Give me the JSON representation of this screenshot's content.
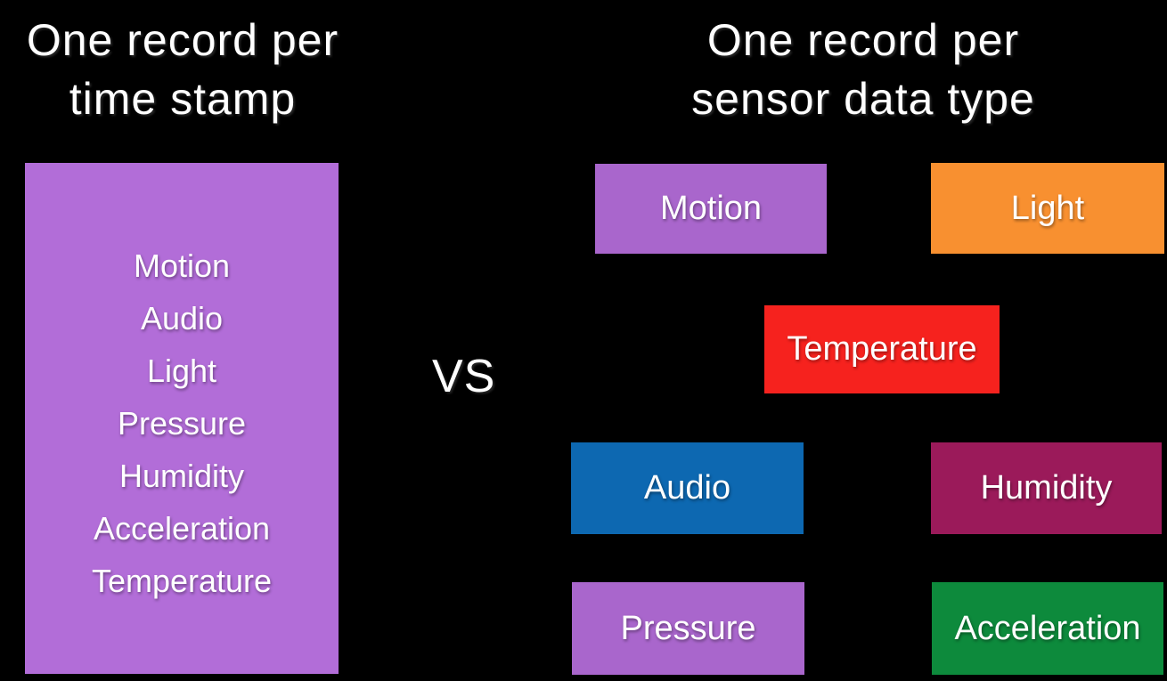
{
  "left": {
    "title_line1": "One record per",
    "title_line2": "time stamp",
    "items": [
      "Motion",
      "Audio",
      "Light",
      "Pressure",
      "Humidity",
      "Acceleration",
      "Temperature"
    ]
  },
  "vs_label": "VS",
  "right": {
    "title_line1": "One record per",
    "title_line2": "sensor data type",
    "boxes": [
      {
        "id": "motion",
        "label": "Motion"
      },
      {
        "id": "light",
        "label": "Light"
      },
      {
        "id": "temperature",
        "label": "Temperature"
      },
      {
        "id": "audio",
        "label": "Audio"
      },
      {
        "id": "humidity",
        "label": "Humidity"
      },
      {
        "id": "pressure",
        "label": "Pressure"
      },
      {
        "id": "acceleration",
        "label": "Acceleration"
      }
    ]
  },
  "colors": {
    "background": "#000000",
    "text": "#ffffff",
    "big_box": "#b26dd8",
    "motion": "#a966cc",
    "light": "#f89030",
    "temperature": "#f6221e",
    "audio": "#0d68b1",
    "humidity": "#9b1a5a",
    "pressure": "#a966cc",
    "acceleration": "#0d8a3c"
  }
}
